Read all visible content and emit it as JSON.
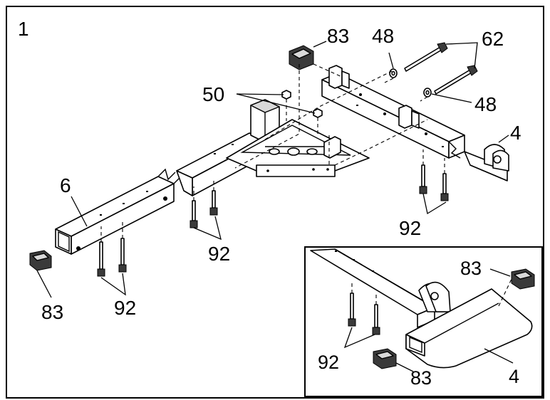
{
  "step": {
    "number": "1"
  },
  "callouts": {
    "label_83_top": "83",
    "label_48_top": "48",
    "label_62": "62",
    "label_50": "50",
    "label_48_right": "48",
    "label_4": "4",
    "label_6": "6",
    "label_92_left": "92",
    "label_92_center": "92",
    "label_92_right": "92",
    "label_83_left": "83"
  },
  "inset": {
    "label_83_top": "83",
    "label_92": "92",
    "label_83_bottom": "83",
    "label_4": "4"
  },
  "colors": {
    "line": "#000000",
    "background": "#ffffff",
    "shade": "#d9d9d9"
  }
}
